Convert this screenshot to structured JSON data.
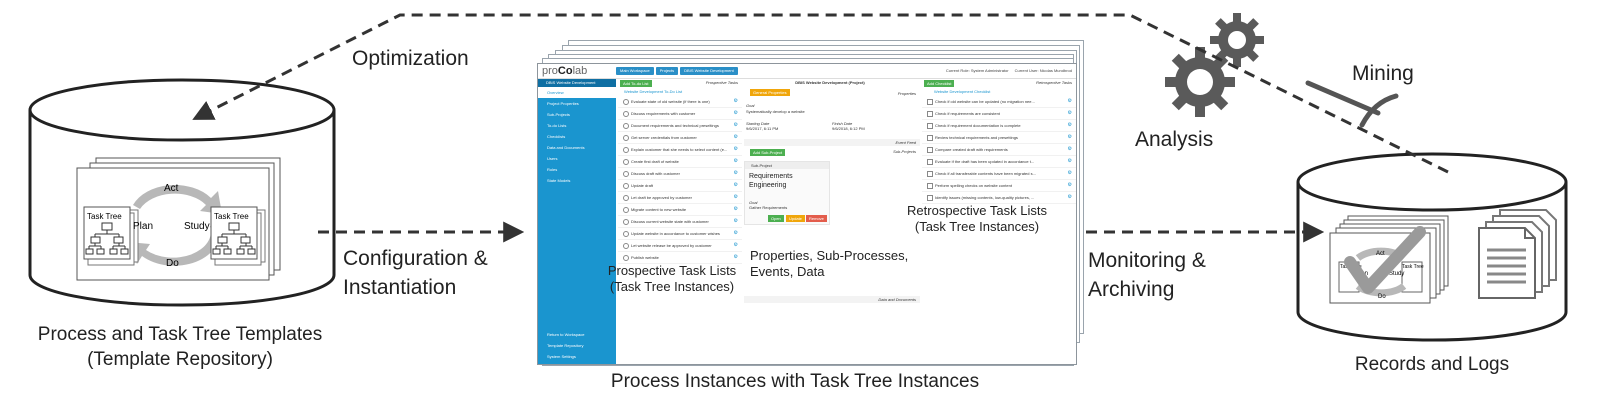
{
  "labels": {
    "optimization": "Optimization",
    "configuration_line1": "Configuration &",
    "configuration_line2": "Instantiation",
    "analysis": "Analysis",
    "mining": "Mining",
    "monitoring_line1": "Monitoring &",
    "monitoring_line2": "Archiving",
    "template_repo_line1": "Process and Task Tree Templates",
    "template_repo_line2": "(Template Repository)",
    "records_logs": "Records and Logs",
    "process_instances": "Process Instances with Task Tree Instances",
    "prospective_line1": "Prospective Task Lists",
    "prospective_line2": "(Task Tree Instances)",
    "retrospective_line1": "Retrospective Task Lists",
    "retrospective_line2": "(Task Tree Instances)",
    "properties_line1": "Properties, Sub-Processes,",
    "properties_line2": "Events, Data"
  },
  "pdsa_cycle": {
    "act": "Act",
    "plan": "Plan",
    "study": "Study",
    "do": "Do",
    "task_tree": "Task Tree"
  },
  "app": {
    "logo_prefix": "pro",
    "logo_mid": "Co",
    "logo_suffix": "lab",
    "breadcrumbs": [
      "Main Workspace",
      "Projects",
      "DBIS Website Development"
    ],
    "current_role_label": "Current Role:",
    "current_role": "System Administrator",
    "current_user_label": "Current User:",
    "current_user": "Nicolas Mundbrod",
    "sidebar_header": "DBIS Website Development",
    "sidebar_items": [
      "Overview",
      "Project Properties",
      "Sub-Projects",
      "To-do Lists",
      "Checklists",
      "Data and Documents",
      "Users",
      "Roles",
      "State Models"
    ],
    "sidebar_bottom": [
      "Return to Workspace",
      "Template Repository",
      "System Settings"
    ],
    "prospective_header": "Prospective Tasks",
    "add_todo": "Add To-do List",
    "todo_list_title": "Website Development To-Do List",
    "todo_items": [
      "Evaluate state of old website (if there is one)",
      "Discuss requirements with customer",
      "Document requirements and technical preseltings",
      "Get server credentials from customer",
      "Explain customer that she needs to select content (e...",
      "Create first draft of website",
      "Discuss draft with customer",
      "Update draft",
      "Let draft be approved by customer",
      "Migrate content to new website",
      "Discuss current website state with customer",
      "Update website in accordance to customer wishes",
      "Let website release be approved by customer",
      "Publish website"
    ],
    "project_title": "DBIS Website Development (Project)",
    "general_properties": "General Properties",
    "properties_header": "Properties",
    "goal_label": "Goal",
    "goal_value": "Systematically develop a website",
    "starting_date_label": "Starting Date",
    "starting_date": "9/6/2017, 6:11 PM",
    "finish_date_label": "Finish Date",
    "finish_date": "9/6/2018, 6:12 PM",
    "event_feed": "Event Feed",
    "sub_projects": "Sub-Projects",
    "add_subproject": "Add Sub-Project",
    "subproject_header": "Sub-Project",
    "subproject_title_line1": "Requirements",
    "subproject_title_line2": "Engineering",
    "subproject_goal_label": "Goal",
    "subproject_goal": "Gather Requirements",
    "btn_open": "Open",
    "btn_update": "Update",
    "btn_remove": "Remove",
    "data_documents": "Data and Documents",
    "retrospective_header": "Retrospective Tasks",
    "add_checklist": "Add Checklist",
    "checklist_title": "Website Development Checklist",
    "checklist_items": [
      "Check if old website can be updated (no migration nee...",
      "Check if requirements are consistent",
      "Check if requirement documentation is complete",
      "Review technical requirements and presettings",
      "Compare created draft with requirements",
      "Evaluate if the draft has been updated in accordance t...",
      "Check if all transferable contents have been migrated s...",
      "Perform spelling checks on website content",
      "Identify issues (missing contents, low-quality pictures, ..."
    ]
  },
  "colors": {
    "sidebar": "#1a95cf",
    "accent_green": "#4caf50",
    "accent_orange": "#f0a60b",
    "accent_red": "#e35d4c",
    "arrow_gray": "#333333",
    "cycle_gray": "#b3b3b3",
    "gear_gray": "#5a5a5a"
  },
  "icons": [
    "database-icon",
    "gear-icon",
    "pickaxe-icon",
    "document-stack-icon",
    "checkmark-icon",
    "task-tree-icon"
  ]
}
